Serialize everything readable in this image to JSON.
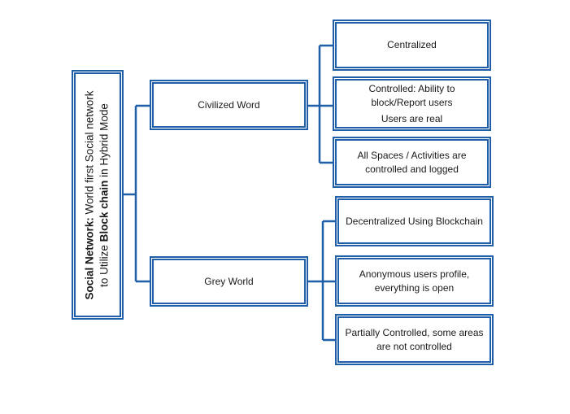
{
  "root": {
    "line1_bold": "Social Network:",
    "line1_rest": " World first Social network",
    "line2_start": "to Utilize ",
    "line2_bold": "Block chain",
    "line2_end": " in Hybrid Mode"
  },
  "branches": [
    {
      "label": "Civilized Word",
      "children": [
        {
          "lines": [
            "Centralized"
          ]
        },
        {
          "lines": [
            "Controlled: Ability to",
            "block/Report users",
            "Users are real"
          ]
        },
        {
          "lines": [
            "All Spaces / Activities are",
            "controlled and logged"
          ]
        }
      ]
    },
    {
      "label": "Grey World",
      "children": [
        {
          "lines": [
            "Decentralized Using Blockchain"
          ]
        },
        {
          "lines": [
            "Anonymous users profile,",
            "everything is open"
          ]
        },
        {
          "lines": [
            "Partially Controlled, some areas",
            "are not controlled"
          ]
        }
      ]
    }
  ],
  "colors": {
    "border": "#1f5fa8",
    "text": "#1a1a1a"
  }
}
